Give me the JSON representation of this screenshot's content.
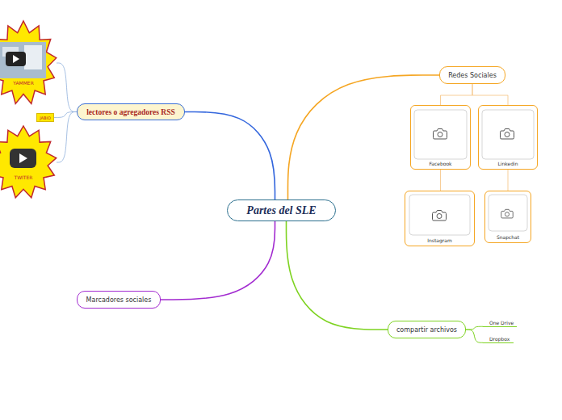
{
  "diagram": {
    "nodes": [
      {
        "text": [
          "Partes del SLE"
        ]
      },
      {
        "text": [
          "lectores o agregadores RSS"
        ]
      },
      {
        "text": [
          "YAMMER"
        ]
      },
      {
        "text": [
          "JABIO"
        ]
      },
      {
        "text": [
          "TWITER"
        ]
      },
      {
        "text": [
          "Redes Sociales"
        ]
      },
      {
        "text": [
          "Facebook"
        ]
      },
      {
        "text": [
          "Linkedin"
        ]
      },
      {
        "text": [
          "Instagram"
        ]
      },
      {
        "text": [
          "Snapchat"
        ]
      },
      {
        "text": [
          "Marcadores sociales"
        ]
      },
      {
        "text": [
          "compartir archivos"
        ]
      },
      {
        "text": [
          "One Drive"
        ]
      },
      {
        "text": [
          "Dropbox"
        ]
      }
    ],
    "edges": [
      {
        "from": 0,
        "to": 1,
        "arrow": "none"
      },
      {
        "from": 0,
        "to": 5,
        "arrow": "none"
      },
      {
        "from": 0,
        "to": 10,
        "arrow": "none"
      },
      {
        "from": 0,
        "to": 11,
        "arrow": "none"
      },
      {
        "from": 1,
        "to": 2,
        "arrow": "none"
      },
      {
        "from": 1,
        "to": 3,
        "arrow": "none"
      },
      {
        "from": 1,
        "to": 4,
        "arrow": "none"
      },
      {
        "from": 5,
        "to": 6,
        "arrow": "none"
      },
      {
        "from": 5,
        "to": 7,
        "arrow": "none"
      },
      {
        "from": 6,
        "to": 8,
        "arrow": "none"
      },
      {
        "from": 7,
        "to": 9,
        "arrow": "none"
      },
      {
        "from": 11,
        "to": 12,
        "arrow": "none"
      },
      {
        "from": 11,
        "to": 13,
        "arrow": "none"
      }
    ]
  }
}
